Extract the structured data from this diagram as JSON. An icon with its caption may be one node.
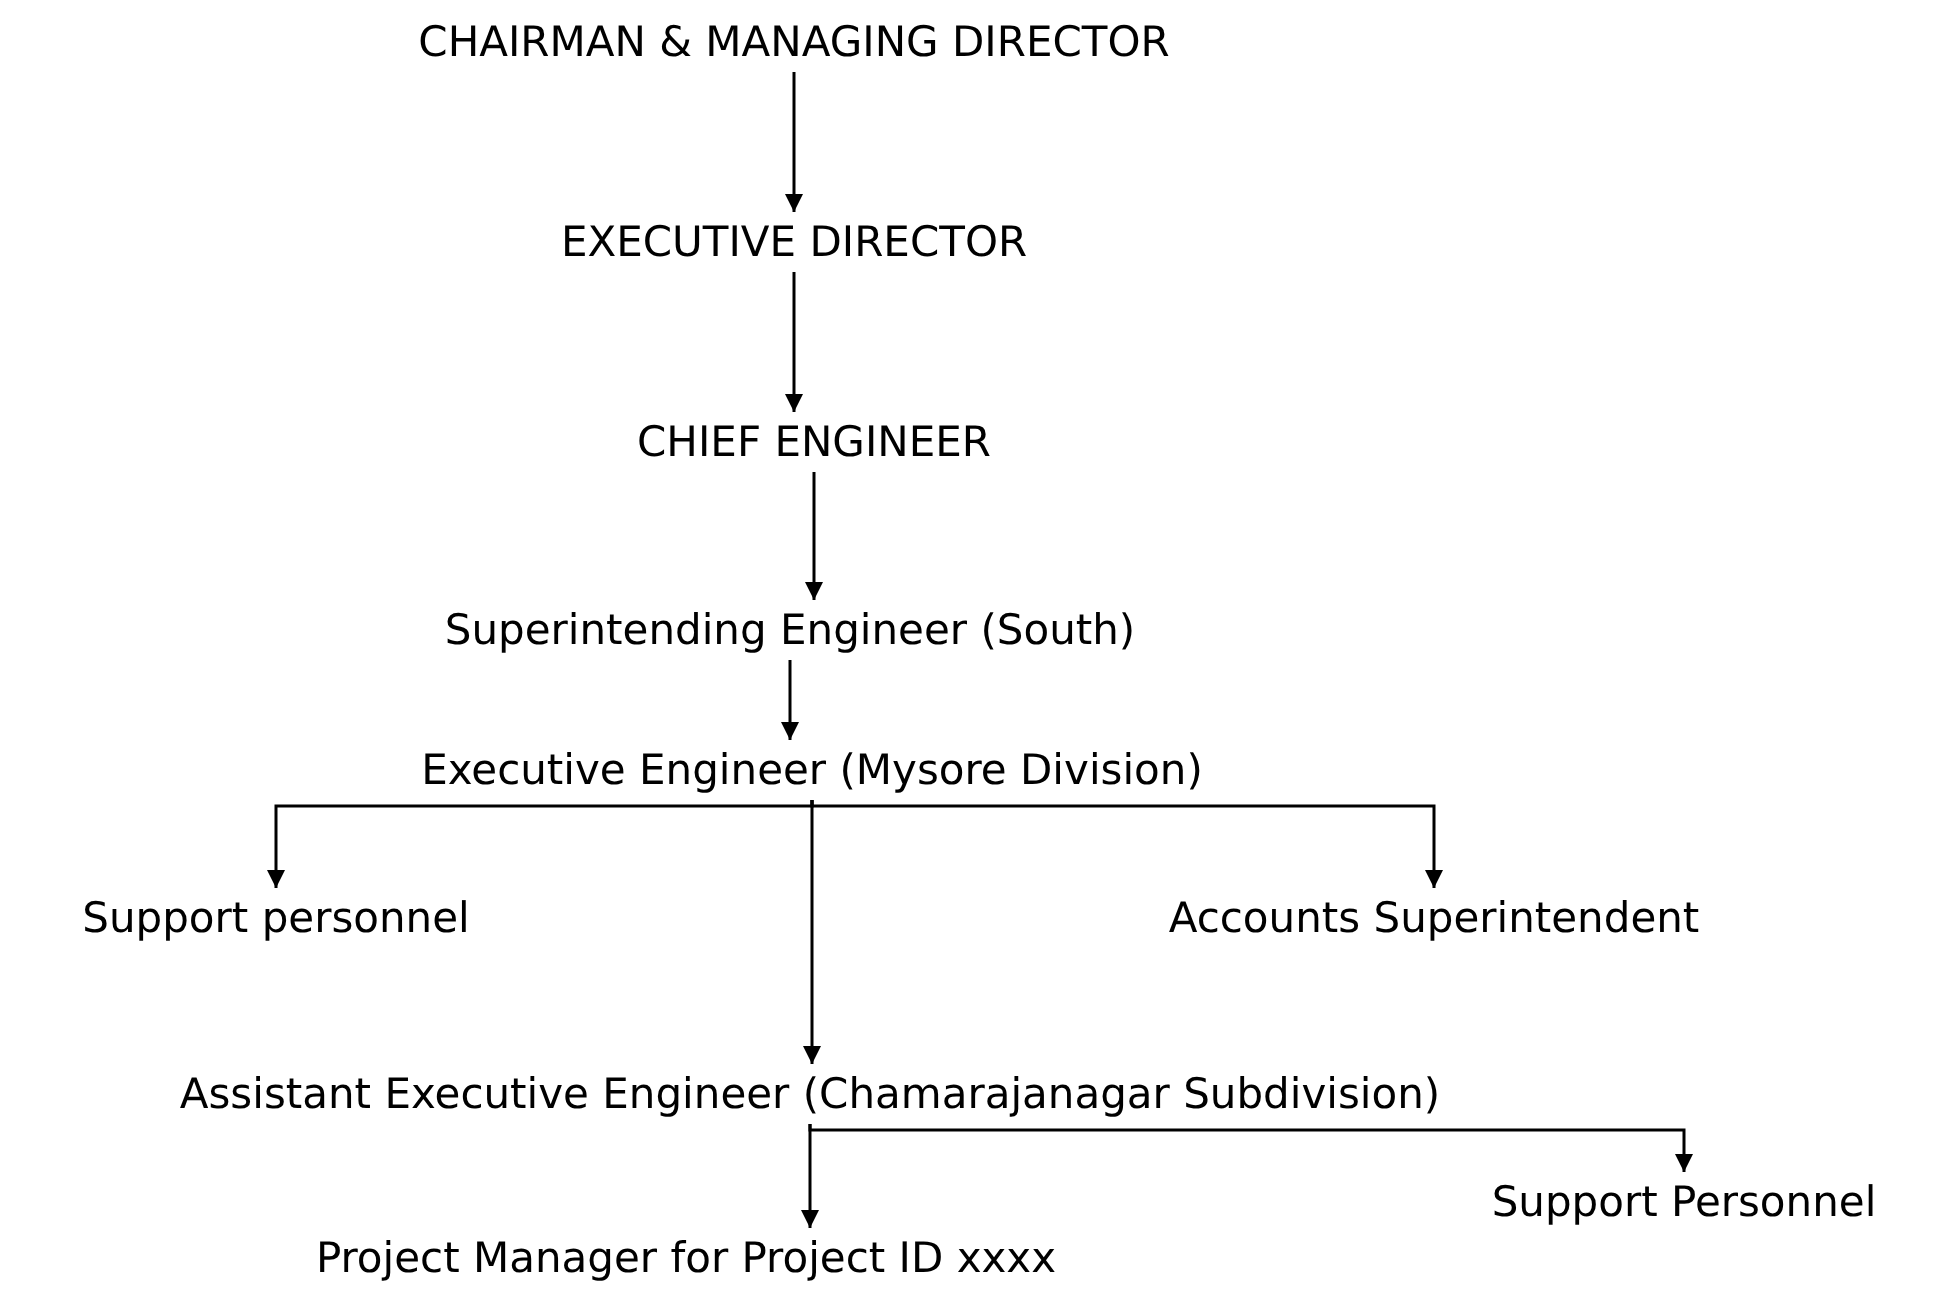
{
  "diagram": {
    "nodes": [
      {
        "text": [
          "CHAIRMAN & MANAGING DIRECTOR"
        ]
      },
      {
        "text": [
          "EXECUTIVE DIRECTOR"
        ]
      },
      {
        "text": [
          "CHIEF ENGINEER"
        ]
      },
      {
        "text": [
          "Superintending Engineer (South)"
        ]
      },
      {
        "text": [
          "Executive Engineer (Mysore Division)"
        ]
      },
      {
        "text": [
          "Support personnel"
        ]
      },
      {
        "text": [
          "Accounts Superintendent"
        ]
      },
      {
        "text": [
          "Assistant Executive Engineer (Chamarajanagar Subdivision)"
        ]
      },
      {
        "text": [
          "Support Personnel"
        ]
      },
      {
        "text": [
          "Project Manager for Project ID xxxx"
        ]
      }
    ],
    "edges": [
      {
        "from": 0,
        "to": 1,
        "arrow": "to"
      },
      {
        "from": 1,
        "to": 2,
        "arrow": "to"
      },
      {
        "from": 2,
        "to": 3,
        "arrow": "to"
      },
      {
        "from": 3,
        "to": 4,
        "arrow": "to"
      },
      {
        "from": 4,
        "to": 5,
        "arrow": "to"
      },
      {
        "from": 4,
        "to": 6,
        "arrow": "to"
      },
      {
        "from": 4,
        "to": 7,
        "arrow": "to"
      },
      {
        "from": 7,
        "to": 9,
        "arrow": "to"
      },
      {
        "from": 7,
        "to": 8,
        "arrow": "to"
      }
    ]
  }
}
